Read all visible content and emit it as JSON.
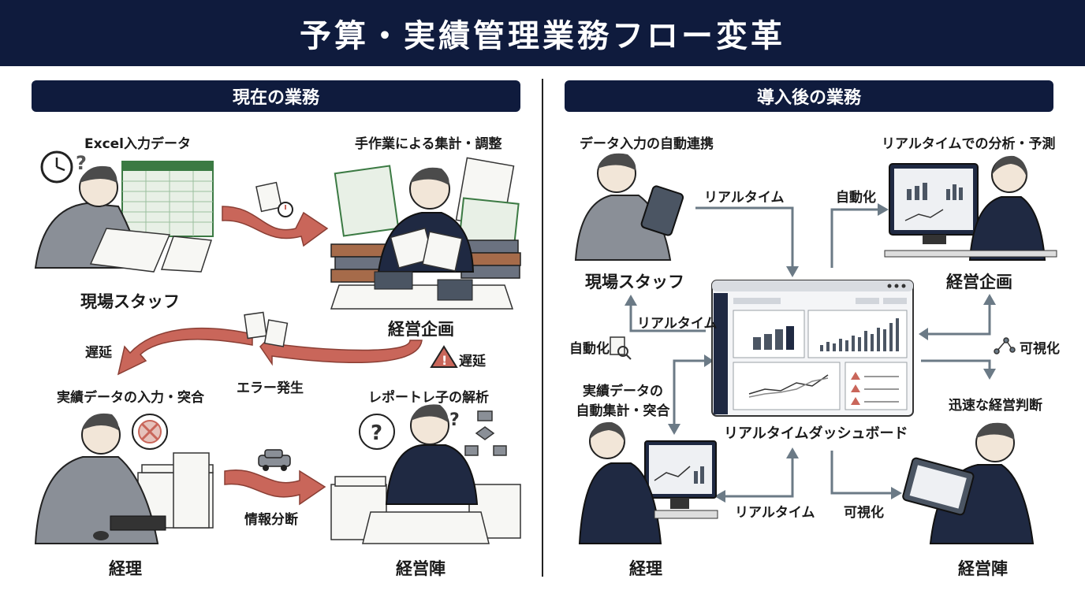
{
  "title": "予算・実績管理業務フロー変革",
  "left": {
    "heading": "現在の業務",
    "excel_input": "Excel入力データ",
    "manual_aggregation": "手作業による集計・調整",
    "field_staff": "現場スタッフ",
    "mgmt_planning": "経営企画",
    "delay_left": "遅延",
    "delay_right": "遅延",
    "error": "エラー発生",
    "actual_input": "実績データの入力・突合",
    "report_analysis": "レポートレ子の解析",
    "info_analysis": "情報分断",
    "accounting": "経理",
    "executives": "経営陣"
  },
  "right": {
    "heading": "導入後の業務",
    "auto_link": "データ入力の自動連携",
    "realtime_analysis": "リアルタイムでの分析・予測",
    "realtime_1": "リアルタイム",
    "automation_1": "自動化",
    "field_staff": "現場スタッフ",
    "mgmt_planning": "経営企画",
    "realtime_2": "リアルタイム",
    "automation_2": "自動化",
    "visualization_1": "可視化",
    "actual_auto_line1": "実績データの",
    "actual_auto_line2": "自動集計・突合",
    "dashboard": "リアルタイムダッシュボード",
    "quick_decision": "迅速な経営判断",
    "realtime_3": "リアルタイム",
    "visualization_2": "可視化",
    "accounting": "経理",
    "executives": "経営陣"
  },
  "icons": {
    "clock": "clock-icon",
    "question": "question-icon",
    "warning": "warning-icon",
    "search": "search-doc-icon",
    "network": "network-icon",
    "car": "car-icon"
  },
  "colors": {
    "navy": "#0f1b3d",
    "red_arrow": "#c9665a",
    "gray_arrow": "#6b7a86"
  }
}
